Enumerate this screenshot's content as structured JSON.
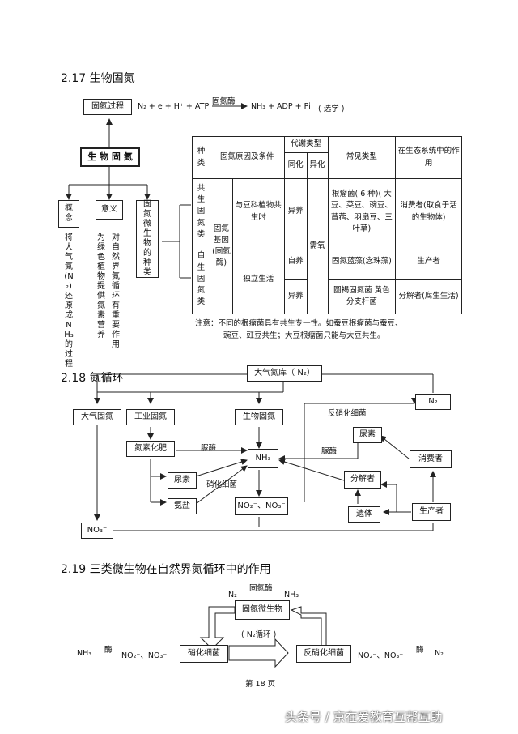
{
  "sec217": {
    "title": "2.17 生物固氮",
    "process_box": "固氮过程",
    "eq_left": "N₂ + e + H⁺ + ATP",
    "eq_enzyme": "固氮酶",
    "eq_right": "NH₃ + ADP + Pi",
    "eq_note": "( 选学 )",
    "center_box": "生 物 固 氮",
    "concept_box": "概念",
    "meaning_box": "意义",
    "microbe_box": "固氮微生物的种类",
    "concept_text": "将大气氮(N₂)还原成NH₃的过程",
    "meaning_text1": "为绿色植物提供氮素营养",
    "meaning_text2": "对自然界氮循环有重要作用",
    "table": {
      "h_kind": "种类",
      "h_reason": "固氮原因及条件",
      "h_metab": "代谢类型",
      "h_tong": "同化",
      "h_yi": "异化",
      "h_common": "常见类型",
      "h_role": "在生态系统中的作用",
      "gongsheng": "共生固氮类",
      "zisheng": "自生固氮类",
      "reason_gene": "固氮基因(固氮酶)",
      "with_legume": "与豆科植物共生时",
      "alone": "独立生活",
      "yiyang1": "异养",
      "ziyang": "自养",
      "yiyang2": "异养",
      "xuyang": "需氧",
      "rhizobia": "根瘤菌( 6 种)( 大豆、菜豆、豌豆、苜蓿、羽扇豆、三叶草)",
      "consumer": "消费者(取食于活的生物体)",
      "cyano": "固氮蓝藻(念珠藻)",
      "producer": "生产者",
      "azoto": "圆褐固氮菌 黄色分支杆菌",
      "decomposer": "分解者(腐生生活)"
    },
    "note_line1": "注意：不同的根瘤菌具有共生专一性。如蚕豆根瘤菌与蚕豆、",
    "note_line2": "豌豆、豇豆共生；大豆根瘤菌只能与大豆共生。"
  },
  "sec218": {
    "title": "2.18 氮循环",
    "atm_pool": "大气氮库（ N₂）",
    "atm_fix": "大气固氮",
    "ind_fix": "工业固氮",
    "bio_fix": "生物固氮",
    "n2": "N₂",
    "denit": "反硝化细菌",
    "fertilizer": "氮素化肥",
    "urease1": "脲酶",
    "nh3": "NH₃",
    "urease2": "脲酶",
    "urea1": "尿素",
    "urea2": "尿素",
    "nitrifying": "硝化细菌",
    "ammonium": "氨盐",
    "no_pair": "NO₂⁻、NO₃⁻",
    "consumer": "消费者",
    "decomposer": "分解者",
    "remains": "遗体",
    "producer": "生产者",
    "no3": "NO₃⁻"
  },
  "sec219": {
    "title": "2.19 三类微生物在自然界氮循环中的作用",
    "enzyme_top": "固氮酶",
    "n2_left": "N₂",
    "nh3_right": "NH₃",
    "fixer": "固氮微生物",
    "cycle": "( N₂循环 )",
    "nh3_left": "NH₃",
    "enzyme1": "酶",
    "no_mid1": "NO₂⁻、NO₃⁻",
    "nitrifier": "硝化细菌",
    "denitrifier": "反硝化细菌",
    "no_mid2": "NO₂⁻、NO₃⁻",
    "enzyme2": "酶",
    "n2_right": "N₂"
  },
  "footer": {
    "page": "第 18 页"
  },
  "watermark": "头条号 / 京在爱教育互帮互助"
}
